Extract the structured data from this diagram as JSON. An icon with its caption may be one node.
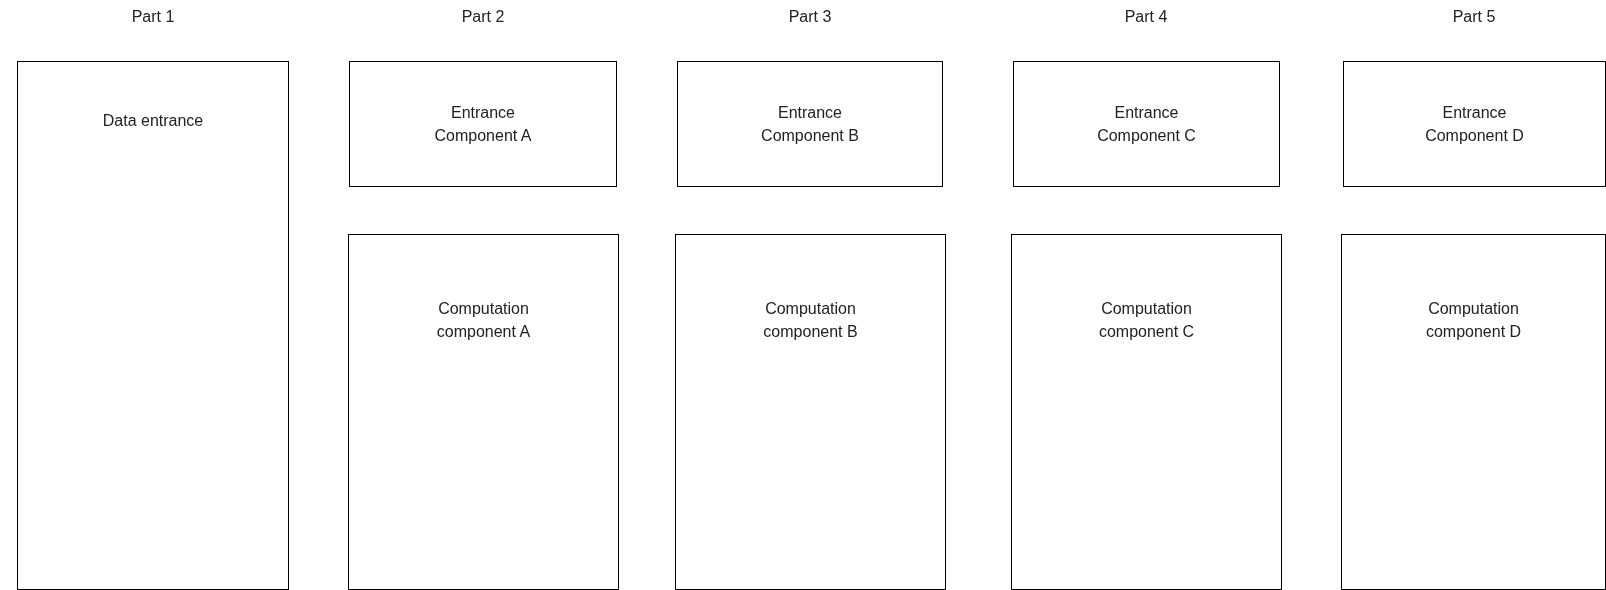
{
  "diagram": {
    "nodes": [
      {
        "text": [
          "Data entrance"
        ]
      },
      {
        "text": [
          "Entrance Component A"
        ]
      },
      {
        "text": [
          "Entrance Component B"
        ]
      },
      {
        "text": [
          "Entrance Component C"
        ]
      },
      {
        "text": [
          "Entrance Component D"
        ]
      },
      {
        "text": [
          "Computation component A"
        ]
      },
      {
        "text": [
          "Computation component B"
        ]
      },
      {
        "text": [
          "Computation component C"
        ]
      },
      {
        "text": [
          "Computation component D"
        ]
      }
    ],
    "labels": [
      "Part 1",
      "Part 2",
      "Part 3",
      "Part 4",
      "Part 5"
    ]
  }
}
